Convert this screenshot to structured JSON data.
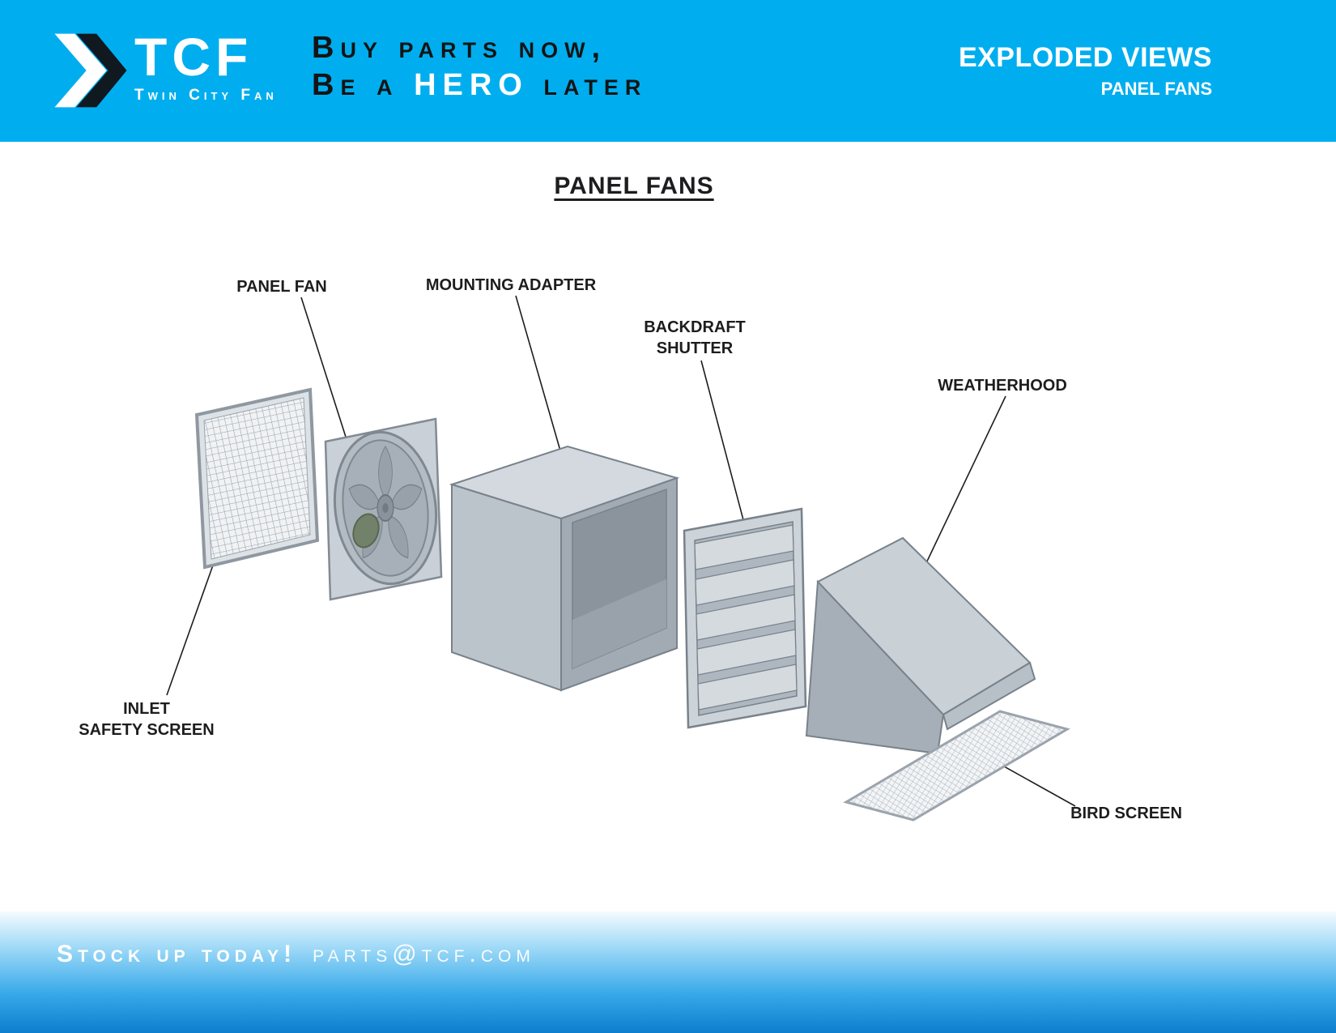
{
  "header": {
    "bg_color": "#00aeef",
    "logo": {
      "brand": "TCF",
      "subtitle": "Twin City Fan"
    },
    "tagline": {
      "line1": "Buy parts now,",
      "line2_pre": "Be a ",
      "line2_hero": "HERO",
      "line2_post": " later"
    },
    "right": {
      "title": "EXPLODED VIEWS",
      "subtitle": "PANEL FANS"
    }
  },
  "main": {
    "title": "PANEL FANS",
    "labels": {
      "panel_fan": "PANEL FAN",
      "mounting_adapter": "MOUNTING ADAPTER",
      "backdraft_shutter_line1": "BACKDRAFT",
      "backdraft_shutter_line2": "SHUTTER",
      "weatherhood": "WEATHERHOOD",
      "inlet_safety_screen_line1": "INLET",
      "inlet_safety_screen_line2": "SAFETY SCREEN",
      "bird_screen": "BIRD SCREEN"
    }
  },
  "footer": {
    "call_to_action": "Stock up today!",
    "email": "parts@tcf.com"
  },
  "colors": {
    "header_bg": "#00aeef",
    "footer_blue": "#0d7ecd",
    "part_light": "#d3d9de",
    "part_mid": "#b7bfc7",
    "part_dark": "#99a2ab",
    "label_text": "#1d1d1f"
  }
}
